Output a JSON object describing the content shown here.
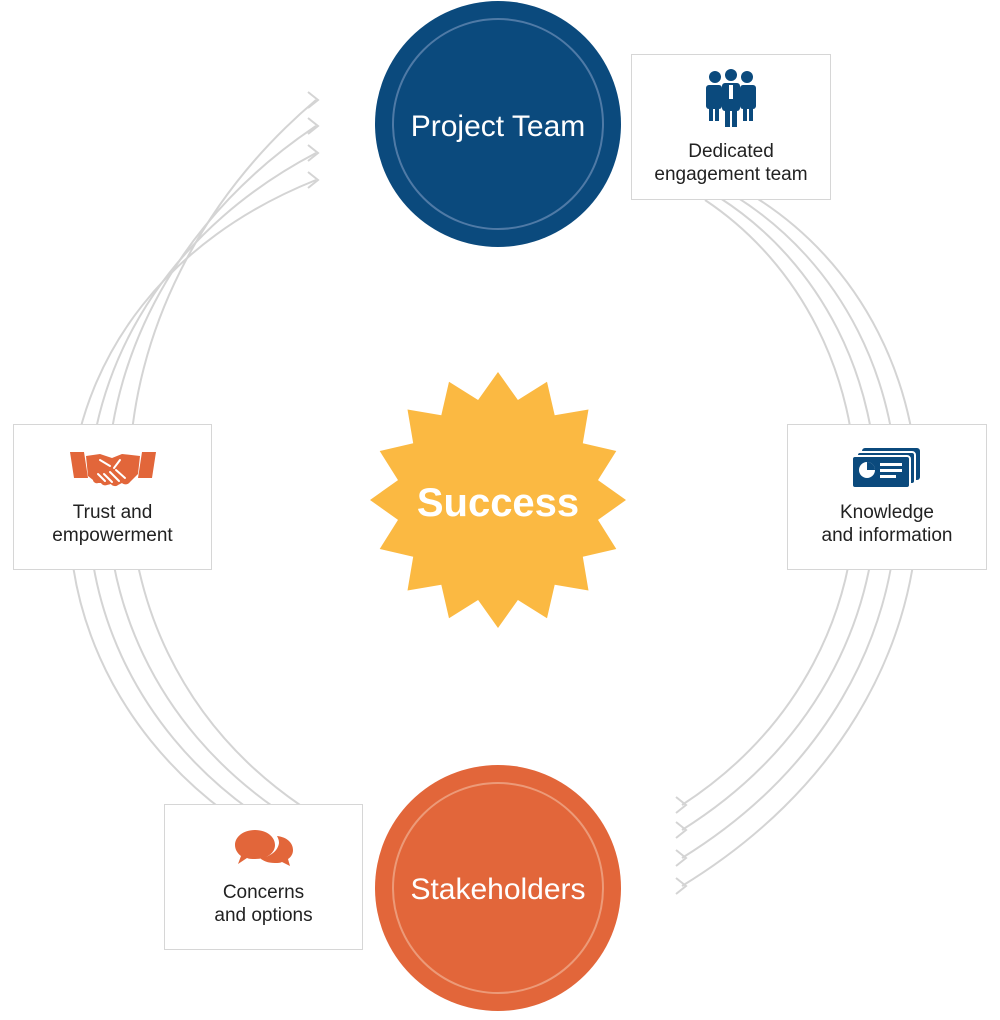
{
  "nodes": {
    "project_team": {
      "label": "Project Team",
      "color": "#0b4a7d"
    },
    "stakeholders": {
      "label": "Stakeholders",
      "color": "#e2663a"
    },
    "success": {
      "label": "Success",
      "color": "#fbb942"
    }
  },
  "cards": {
    "dedicated": {
      "line1": "Dedicated",
      "line2": "engagement team",
      "icon": "team-icon",
      "icon_color": "#0b4a7d"
    },
    "knowledge": {
      "line1": "Knowledge",
      "line2": "and information",
      "icon": "report-icon",
      "icon_color": "#0b4a7d"
    },
    "concerns": {
      "line1": "Concerns",
      "line2": "and options",
      "icon": "speech-bubbles-icon",
      "icon_color": "#e2663a"
    },
    "trust": {
      "line1": "Trust and",
      "line2": "empowerment",
      "icon": "handshake-icon",
      "icon_color": "#e2663a"
    }
  },
  "arrow_color": "#d4d4d4"
}
